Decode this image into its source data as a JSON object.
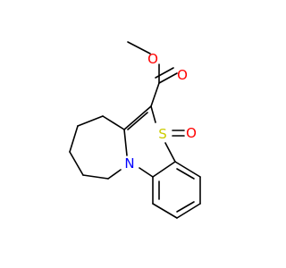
{
  "molecule": {
    "atoms": {
      "methyl_o": {
        "label": "O",
        "color": "#FF0000"
      },
      "carbonyl_o": {
        "label": "O",
        "color": "#FF0000"
      },
      "sulfur": {
        "label": "S",
        "color": "#CCCC00"
      },
      "sulfonyl_o": {
        "label": "O",
        "color": "#FF0000"
      },
      "nitrogen": {
        "label": "N",
        "color": "#0000FF"
      }
    }
  }
}
